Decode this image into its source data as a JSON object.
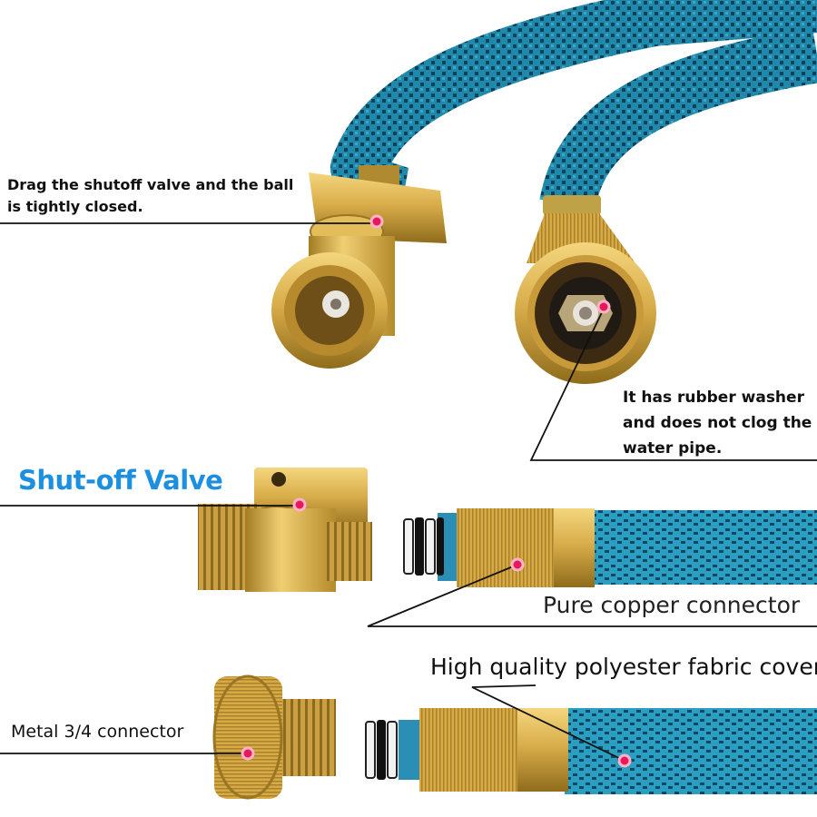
{
  "labels": {
    "shutoff_drag": "Drag the shutoff valve and the ball is tightly closed.",
    "rubber_washer": "It has rubber washer and does not clog the water pipe.",
    "title": "Shut-off Valve",
    "pure_copper": "Pure copper connector",
    "polyester_cover": "High quality polyester fabric cover",
    "metal_connector": "Metal 3/4 connector"
  },
  "colors": {
    "hose_blue": "#1d86a8",
    "hose_dark": "#0e3f58",
    "brass": "#d9ad4a",
    "brass_dark": "#9a7622",
    "marker_pink": "#e8195a",
    "title_blue": "#1b8fe0"
  }
}
